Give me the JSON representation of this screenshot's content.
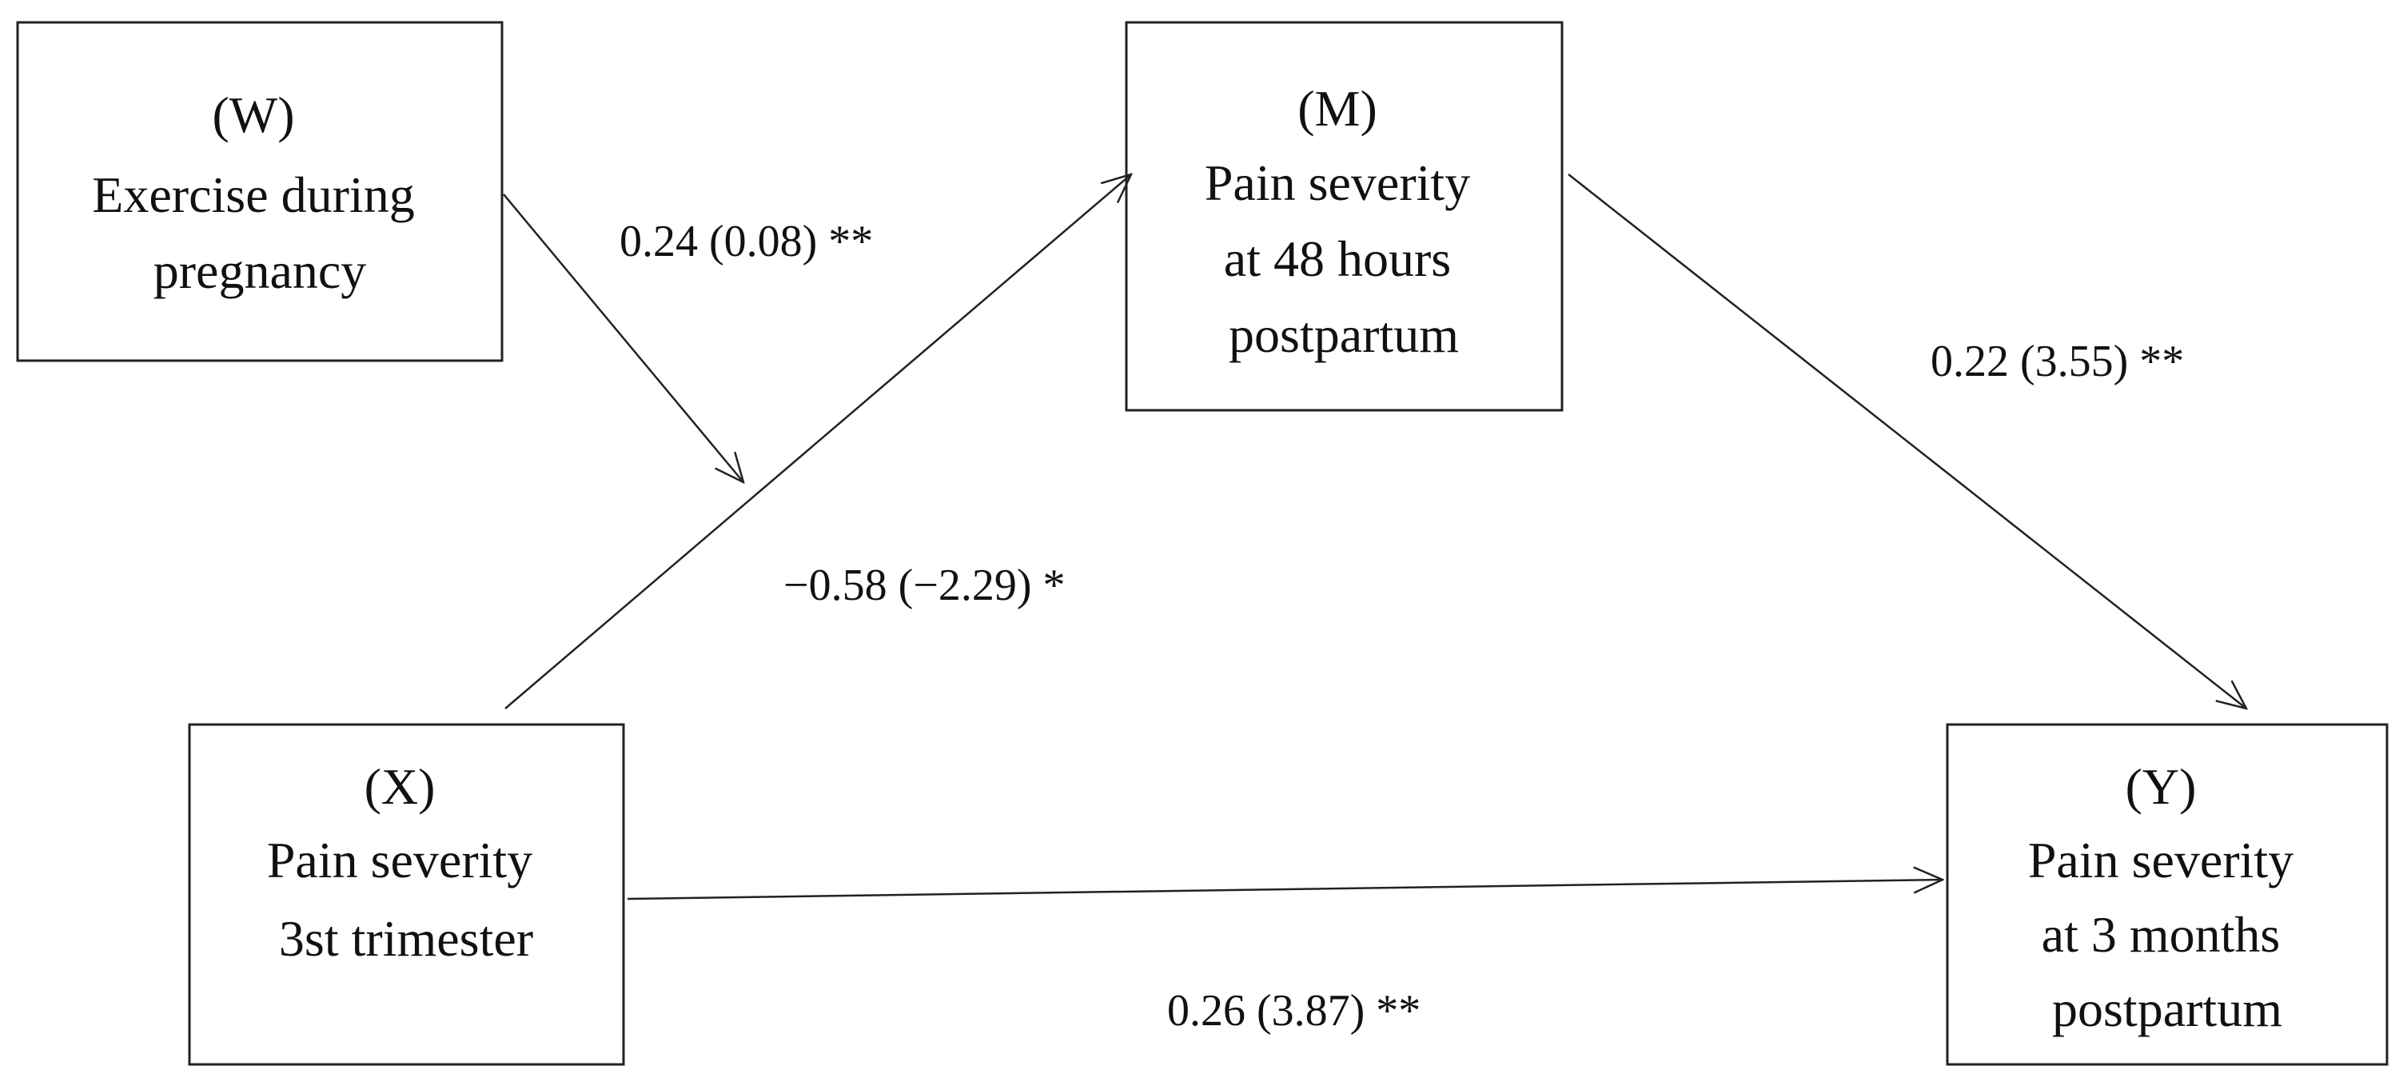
{
  "boxes": {
    "w": {
      "tag": "(W)",
      "lines": [
        "Exercise during",
        "pregnancy"
      ]
    },
    "m": {
      "tag": "(M)",
      "lines": [
        "Pain severity",
        "at 48 hours",
        "postpartum"
      ]
    },
    "x": {
      "tag": "(X)",
      "lines": [
        "Pain severity",
        "3st trimester"
      ]
    },
    "y": {
      "tag": "(Y)",
      "lines": [
        "Pain severity",
        "at 3 months",
        "postpartum"
      ]
    }
  },
  "paths": {
    "w_to_xm": "0.24 (0.08) **",
    "x_to_m": "−0.58 (−2.29) *",
    "m_to_y": "0.22 (3.55) **",
    "x_to_y": "0.26 (3.87) **"
  }
}
